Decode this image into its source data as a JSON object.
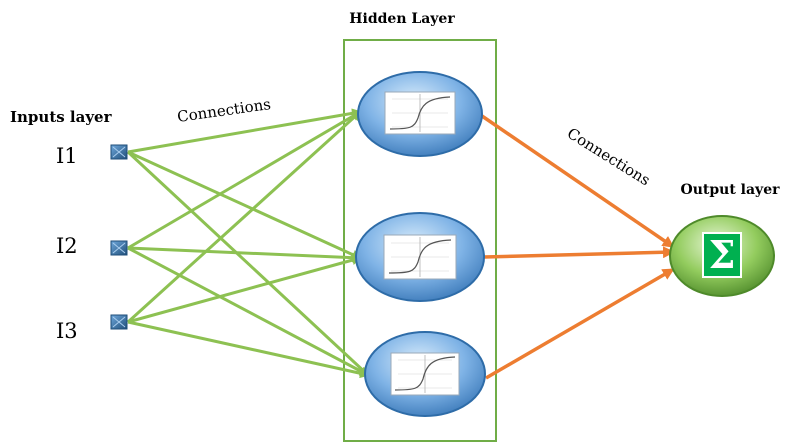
{
  "labels": {
    "inputs_layer": "Inputs layer",
    "hidden_layer": "Hidden Layer",
    "output_layer": "Output layer",
    "connections_left": "Connections",
    "connections_right": "Connections",
    "input_1": "I1",
    "input_2": "I2",
    "input_3": "I3"
  },
  "output_symbol": "Σ",
  "colors": {
    "input_connections": "#8dc152",
    "output_connections": "#ed7d31",
    "hidden_layer_border": "#70ad47",
    "hidden_node_fill": "#5b9bd5",
    "output_node_fill": "#70ad47",
    "input_node_fill": "#2e75b6",
    "sigma_fill": "#00b050"
  },
  "icons": {
    "input_node": "square-node-icon",
    "hidden_node": "sigmoid-graph-icon",
    "output_node": "sigma-summation-icon"
  }
}
